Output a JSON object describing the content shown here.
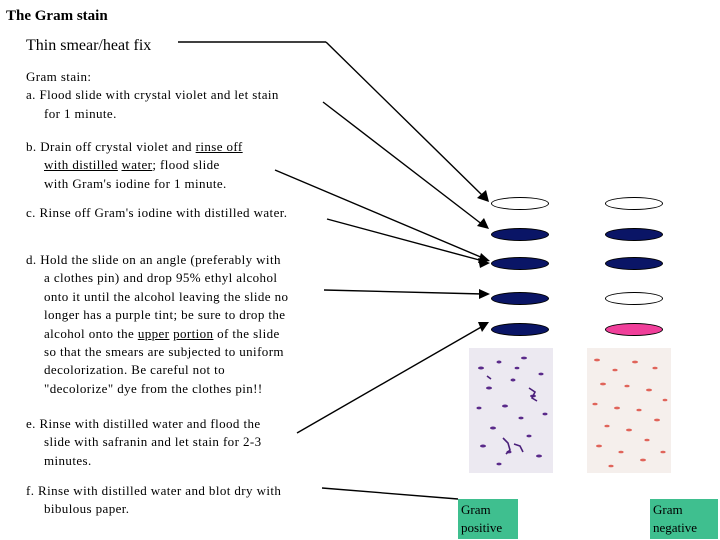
{
  "title": "The Gram stain",
  "thin_smear": "Thin smear/heat fix",
  "intro": "Gram stain:",
  "steps": {
    "a": {
      "line1": "a.  Flood slide with crystal violet and let stain",
      "line2": "for 1 minute."
    },
    "b": {
      "l1_a": "b.  Drain off crystal violet and ",
      "l1_u": "rinse off",
      "l2_u1": "with distilled",
      "l2_sp": " ",
      "l2_u2": "water",
      "l2_b": "; flood slide",
      "l3": "with Gram's iodine for 1 minute."
    },
    "c": {
      "line1": "c.  Rinse off Gram's iodine with distilled water."
    },
    "d": {
      "line1": "d.  Hold the slide on an angle (preferably with",
      "line2": "a clothes pin) and drop 95% ethyl alcohol",
      "line3": "onto it until the alcohol leaving the slide no",
      "line4": "longer has a purple tint; be sure to drop the",
      "line5_a": "alcohol onto the ",
      "line5_u1": "upper",
      "line5_sp": " ",
      "line5_u2": "portion",
      "line5_b": " of the slide",
      "line6": "so that the smears are subjected to uniform",
      "line7": "decolorization.  Be careful not to",
      "line8": "\"decolorize\" dye from the clothes pin!!"
    },
    "e": {
      "line1": "e.  Rinse with distilled water and flood the",
      "line2": "slide with safranin and let stain for 2-3",
      "line3": "minutes."
    },
    "f": {
      "line1": "f.  Rinse with distilled water and blot dry with",
      "line2": "bibulous paper."
    }
  },
  "slides": {
    "positive": [
      "white",
      "blue",
      "blue",
      "blue",
      "blue"
    ],
    "negative": [
      "white",
      "blue",
      "blue",
      "white",
      "pink"
    ]
  },
  "colors": {
    "crystal_violet": "#0a1566",
    "safranin": "#f03f9a",
    "label_bg": "#3fbf8f"
  },
  "labels": {
    "positive": "Gram\npositive",
    "negative": "Gram\nnegative"
  }
}
